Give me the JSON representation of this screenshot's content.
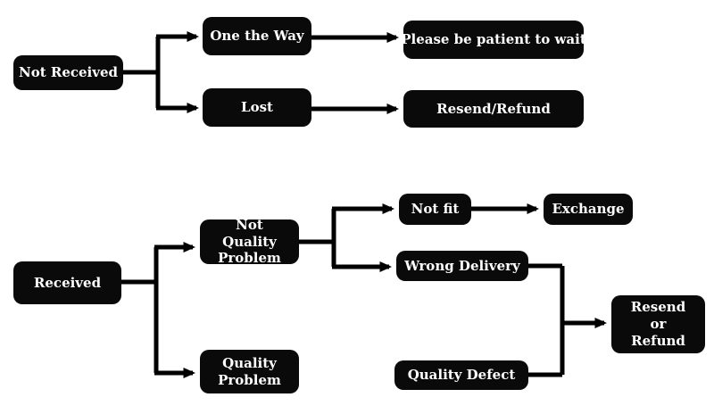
{
  "colors": {
    "background": "#ffffff",
    "node_fill": "#0a0a0a",
    "node_text": "#ffffff",
    "connector": "#000000"
  },
  "nodes": {
    "not_received": "Not Received",
    "one_the_way": "One the Way",
    "please_wait": "Please be patient to wait",
    "lost": "Lost",
    "resend_refund": "Resend/Refund",
    "received": "Received",
    "not_quality_problem": "Not Quality Problem",
    "quality_problem": "Quality Problem",
    "not_fit": "Not fit",
    "exchange": "Exchange",
    "wrong_delivery": "Wrong Delivery",
    "quality_defect": "Quality Defect",
    "resend_or_refund": "Resend or Refund"
  }
}
